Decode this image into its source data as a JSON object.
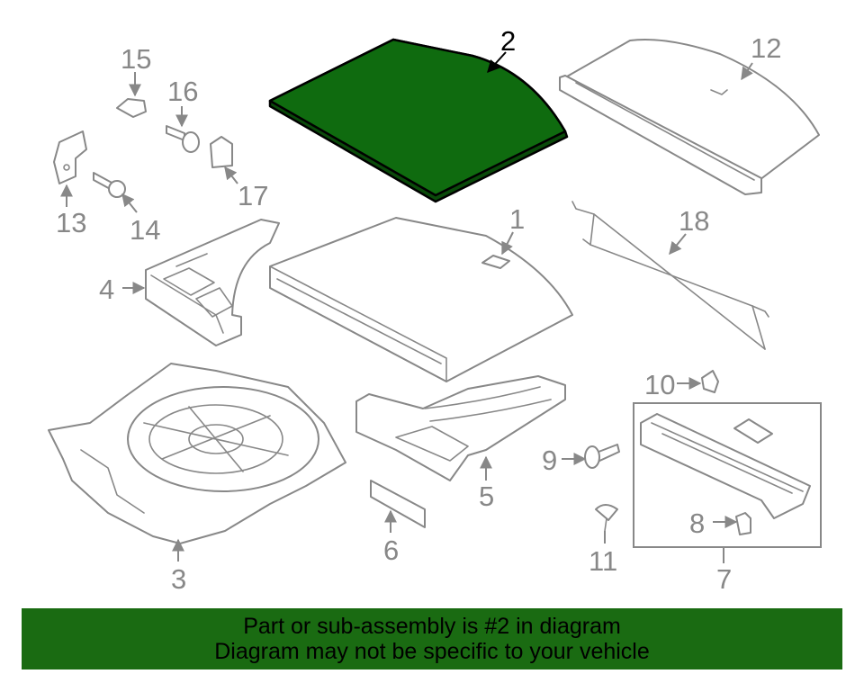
{
  "highlight_color": "#0f6b0f",
  "banner": {
    "background": "#1a6b12",
    "line1": "Part or sub-assembly is #2 in diagram",
    "line2": "Diagram may not be specific to your vehicle"
  },
  "callouts": {
    "c1": "1",
    "c2": "2",
    "c3": "3",
    "c4": "4",
    "c5": "5",
    "c6": "6",
    "c7": "7",
    "c8": "8",
    "c9": "9",
    "c10": "10",
    "c11": "11",
    "c12": "12",
    "c13": "13",
    "c14": "14",
    "c15": "15",
    "c16": "16",
    "c17": "17",
    "c18": "18"
  }
}
